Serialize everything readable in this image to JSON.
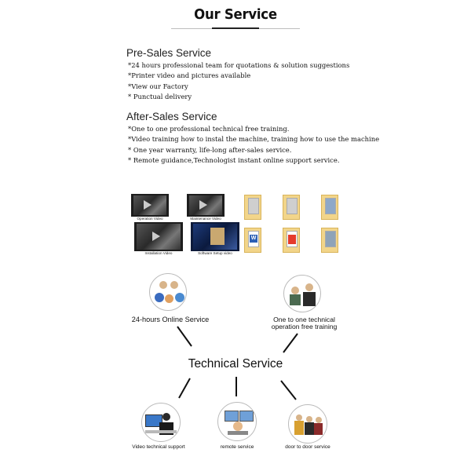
{
  "header": {
    "title": "Our Service"
  },
  "presales": {
    "heading": "Pre-Sales Service",
    "items": [
      "*24 hours professional team for quotations & solution suggestions",
      "*Printer video and pictures available",
      "*View our Factory",
      "* Punctual delivery"
    ]
  },
  "aftersales": {
    "heading": "After-Sales Service",
    "items": [
      "*One to one professional technical free training.",
      "*Video training how to instal the machine, training how to use the machine",
      "* One year warranty, life-long after-sales service.",
      "* Remote guidance,Technologist instant online support service."
    ]
  },
  "media": {
    "videos": [
      {
        "caption": "Operation Video",
        "icon": "video-thumbnail-icon"
      },
      {
        "caption": "Maintenance Video",
        "icon": "video-thumbnail-icon"
      },
      {
        "caption": "Installation Video",
        "icon": "video-thumbnail-icon"
      },
      {
        "caption": "Software Setup video",
        "icon": "video-thumbnail-icon"
      }
    ],
    "files": [
      {
        "icon": "folder-icon"
      },
      {
        "icon": "folder-icon"
      },
      {
        "icon": "folder-icon"
      },
      {
        "icon": "word-document-icon"
      },
      {
        "icon": "pdf-document-icon"
      },
      {
        "icon": "folder-icon"
      }
    ]
  },
  "diagram": {
    "center": "Technical Service",
    "online": "24-hours Online Service",
    "training_line1": "One to one technical",
    "training_line2": "operation free training",
    "video_support": "Video technical support",
    "remote": "remote service",
    "door": "door to door service"
  },
  "colors": {
    "rule": "#bdbdbd",
    "folder": "#f2d58a",
    "text": "#111111"
  }
}
